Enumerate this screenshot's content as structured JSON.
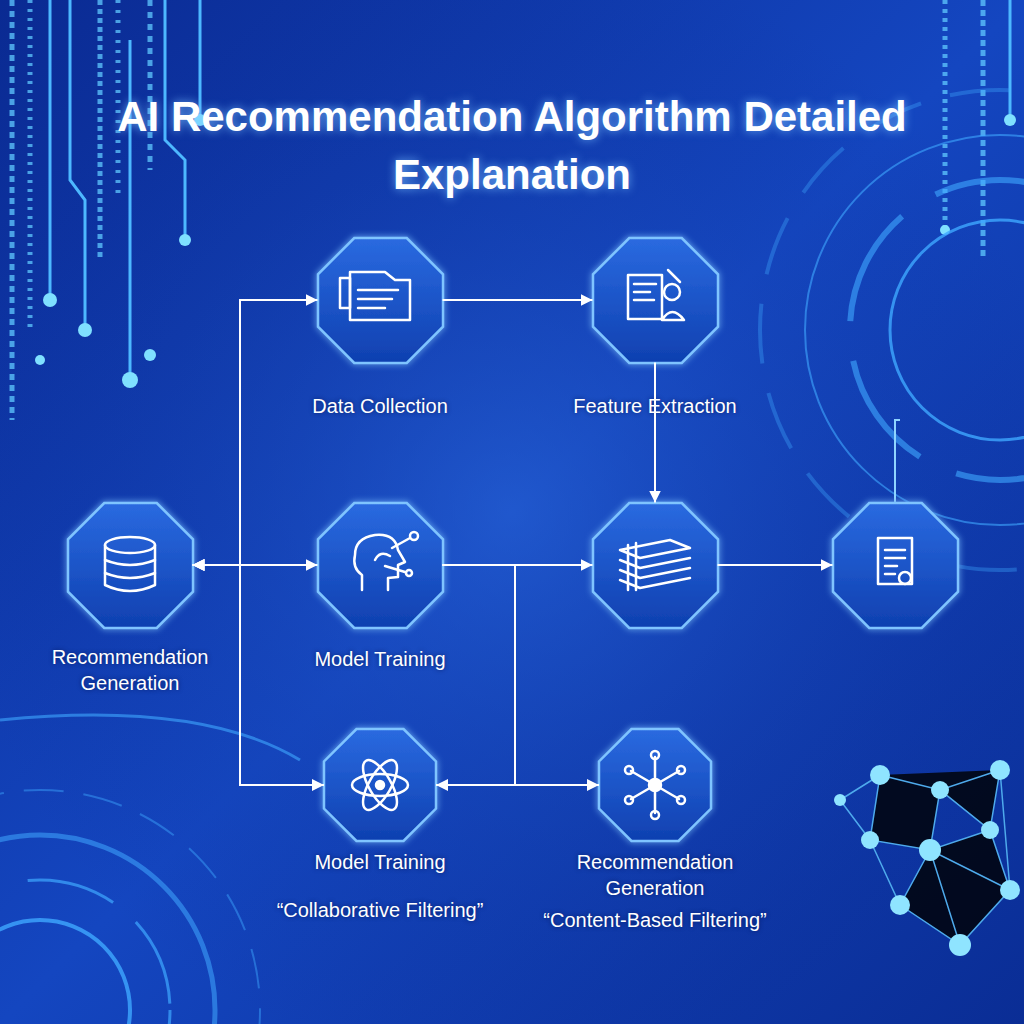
{
  "diagram": {
    "title": "AI Recommendation Algorithm Detailed Explanation",
    "nodes": [
      {
        "text": [
          "Data Collection"
        ]
      },
      {
        "text": [
          "Feature Extraction"
        ]
      },
      {
        "text": [
          "Recommendation Generation"
        ]
      },
      {
        "text": [
          "Model Training"
        ]
      },
      {
        "text": []
      },
      {
        "text": []
      },
      {
        "text": [
          "Model Training",
          "“Collaborative Filtering”"
        ]
      },
      {
        "text": [
          "Recommendation Generation",
          "“Content-Based Filtering”"
        ]
      }
    ],
    "edges": [
      {
        "from": 0,
        "to": 1,
        "arrow": "to"
      },
      {
        "from": 1,
        "to": 4,
        "arrow": "to"
      },
      {
        "from": 4,
        "to": 5,
        "arrow": "to"
      },
      {
        "from": 2,
        "to": 0,
        "arrow": "both"
      },
      {
        "from": 2,
        "to": 3,
        "arrow": "both"
      },
      {
        "from": 2,
        "to": 6,
        "arrow": "both"
      },
      {
        "from": 3,
        "to": 4,
        "arrow": "to"
      },
      {
        "from": 3,
        "to": 6,
        "arrow": "to"
      },
      {
        "from": 3,
        "to": 7,
        "arrow": "to"
      }
    ]
  }
}
